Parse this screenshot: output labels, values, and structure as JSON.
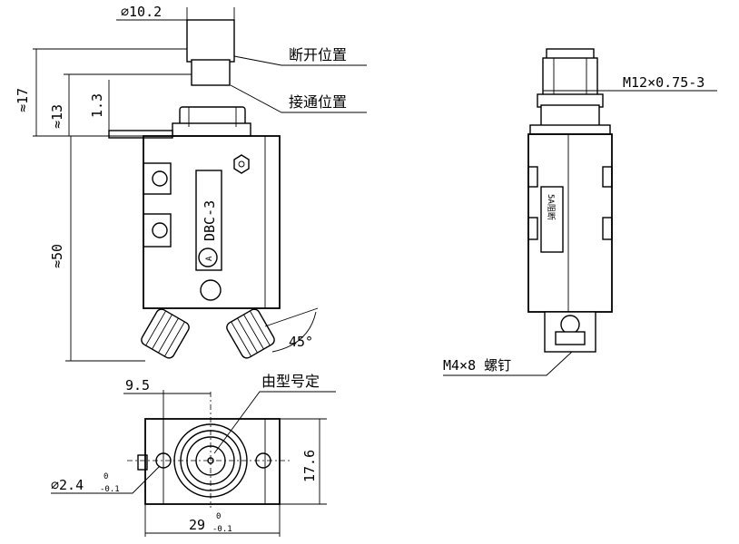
{
  "labels": {
    "dia_10_2": "⌀10.2",
    "off_position": "断开位置",
    "on_position": "接通位置",
    "approx_17": "≈17",
    "approx_13": "≈13",
    "dim_1_3": "1.3",
    "approx_50": "≈50",
    "angle_45": "45°",
    "model_text": "DBC-3",
    "logo_letter": "A",
    "thread": "M12×0.75-3",
    "side_label": "5A阻断",
    "screw": "M4×8 螺钉",
    "dim_9_5": "9.5",
    "model_marking": "由型号定",
    "dim_17_6": "17.6",
    "hole_dia": "⌀2.4",
    "hole_tol_upper": "0",
    "hole_tol_lower": "-0.1",
    "width_29": "29",
    "width_tol_upper": "0",
    "width_tol_lower": "-0.1"
  }
}
